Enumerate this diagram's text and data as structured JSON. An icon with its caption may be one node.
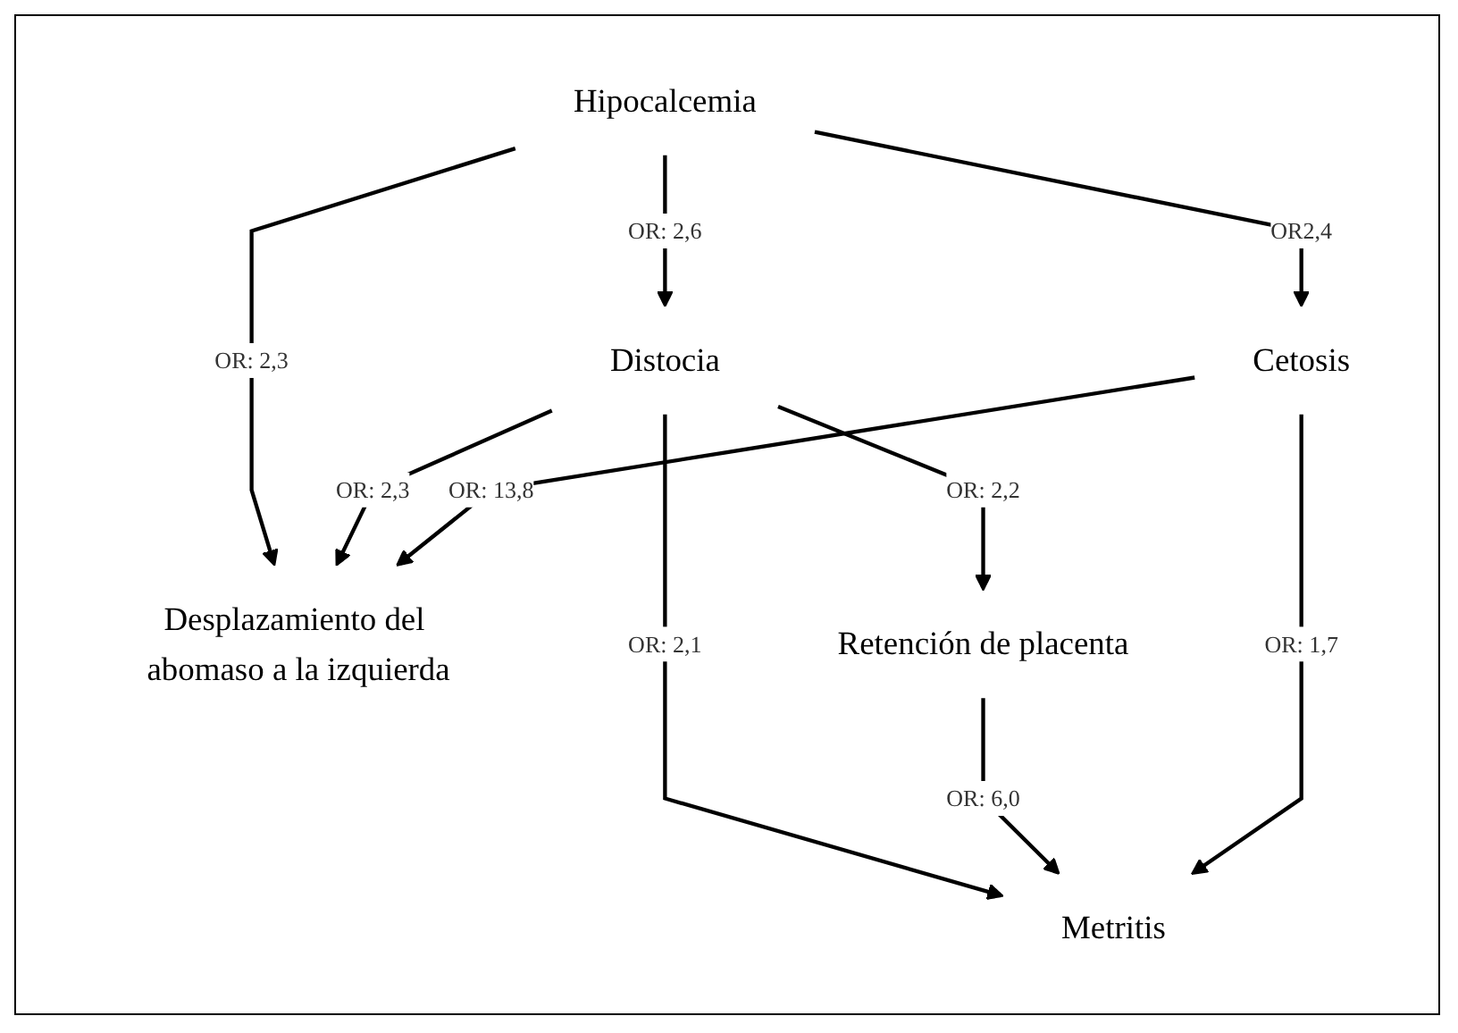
{
  "diagram": {
    "nodes": [
      {
        "text": [
          "Hipocalcemia"
        ]
      },
      {
        "text": [
          "Desplazamiento del abomaso a la izquierda"
        ]
      },
      {
        "text": [
          "Distocia"
        ]
      },
      {
        "text": [
          "Metritis"
        ]
      },
      {
        "text": [
          "Retención de placenta"
        ]
      },
      {
        "text": [
          "Cetosis"
        ]
      }
    ],
    "edges": [
      {
        "from": 0,
        "to": 1,
        "arrow": "to",
        "label": "OR: 2,3"
      },
      {
        "from": 0,
        "to": 2,
        "arrow": "to",
        "label": "OR: 2,6"
      },
      {
        "from": 0,
        "to": 5,
        "arrow": "to",
        "label": "OR2,4"
      },
      {
        "from": 2,
        "to": 1,
        "arrow": "to",
        "label": "OR: 2,3"
      },
      {
        "from": 2,
        "to": 3,
        "arrow": "to",
        "label": "OR: 2,1"
      },
      {
        "from": 2,
        "to": 4,
        "arrow": "to",
        "label": "OR: 2,2"
      },
      {
        "from": 4,
        "to": 3,
        "arrow": "to",
        "label": "OR: 6,0"
      },
      {
        "from": 5,
        "to": 1,
        "arrow": "to",
        "label": "OR: 13,8"
      },
      {
        "from": 5,
        "to": 3,
        "arrow": "to",
        "label": "OR: 1,7"
      }
    ]
  }
}
